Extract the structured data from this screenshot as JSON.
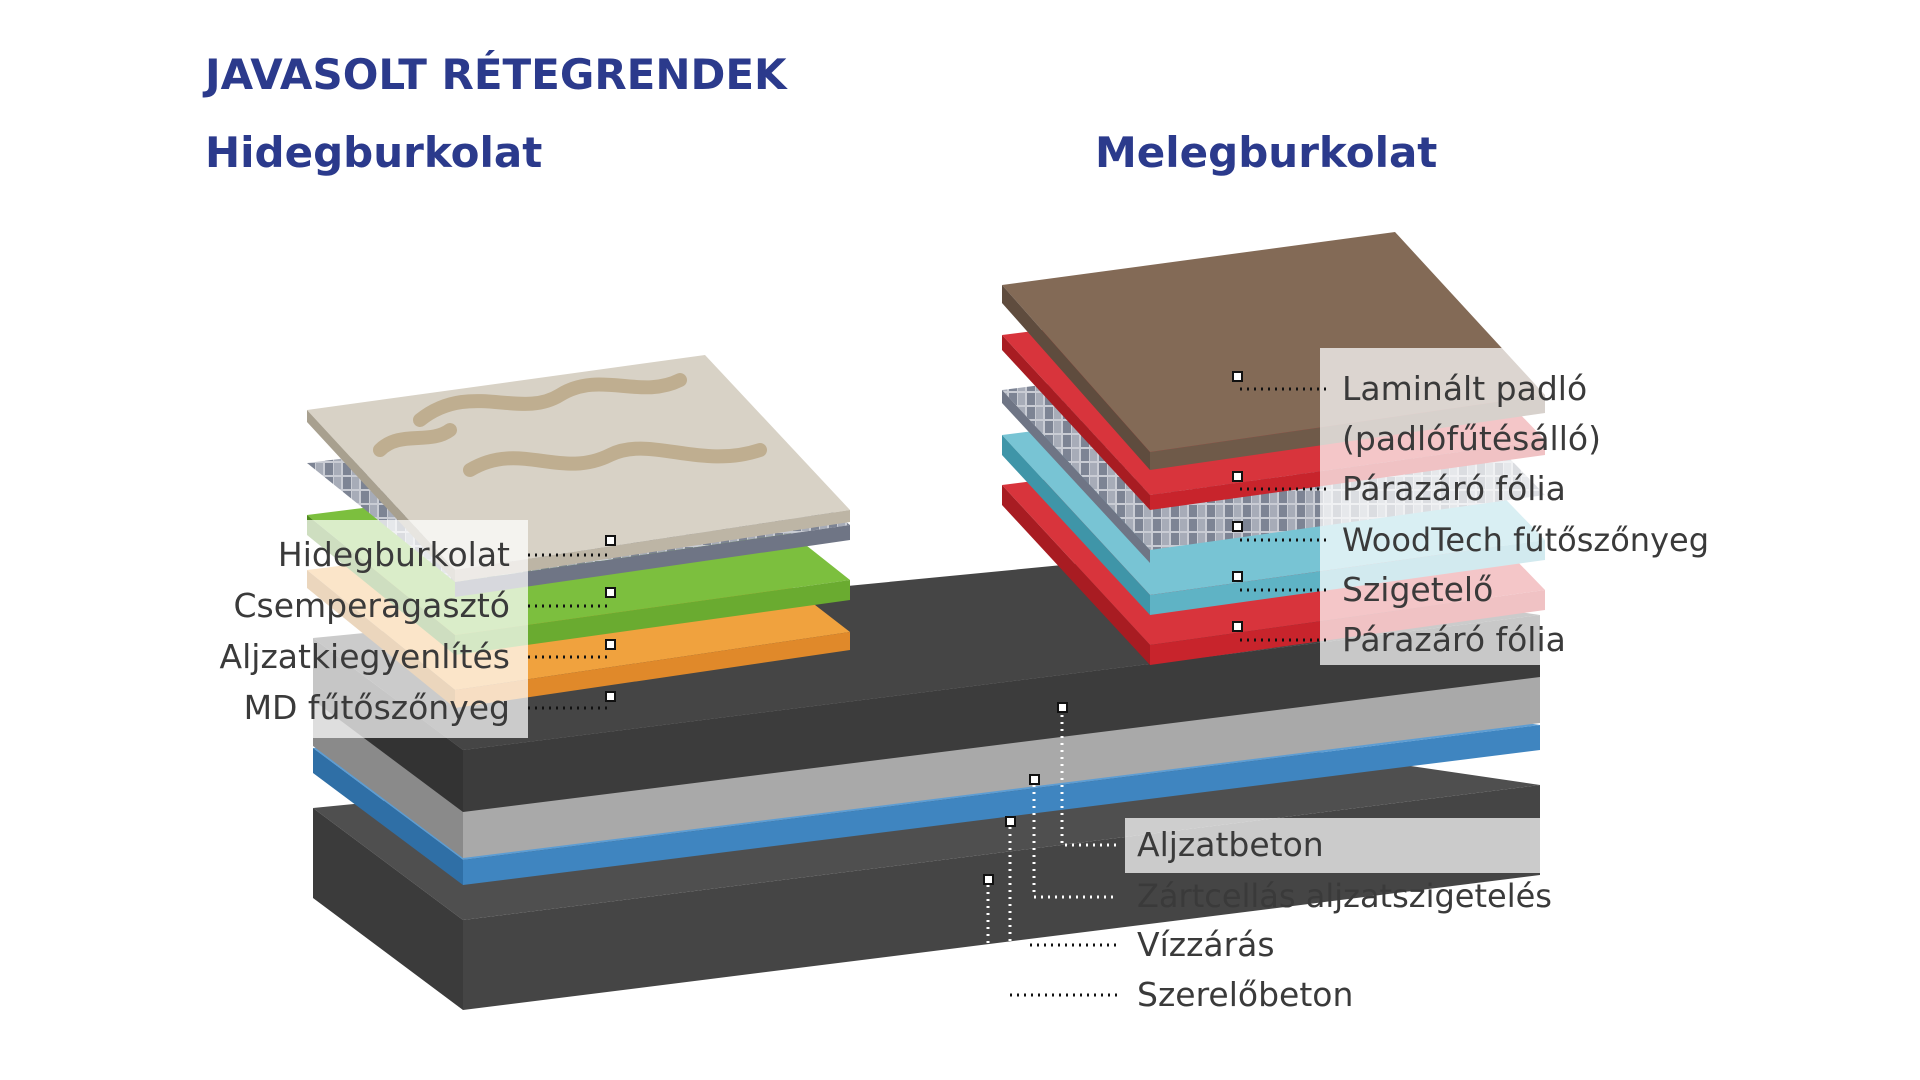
{
  "header": {
    "title": "JAVASOLT RÉTEGRENDEK",
    "left_subtitle": "Hidegburkolat",
    "right_subtitle": "Melegburkolat"
  },
  "left_labels": [
    "Hidegburkolat",
    "Csemperagasztó",
    "Aljzatkiegyenlítés",
    "MD fűtőszőnyeg"
  ],
  "right_labels": [
    "Laminált padló",
    "(padlófűtésálló)",
    "Párazáró fólia",
    "WoodTech fűtőszőnyeg",
    "Szigetelő",
    "Párazáró fólia"
  ],
  "base_labels": [
    "Aljzatbeton",
    "Zártcellás aljzatszigetelés",
    "Vízzárás",
    "Szerelőbeton"
  ],
  "colors": {
    "title": "#2b3a8c",
    "concrete": "#454545",
    "screed": "#a9a9a9",
    "waterproof": "#3f85c0",
    "tile": "#d8d2c6",
    "tile_pattern": "#bfae90",
    "adhesive": "#6aab30",
    "leveling": "#e8962c",
    "laminate": "#836a56",
    "foil": "#c8242c",
    "insulation": "#5fb3c5",
    "heating_mat": "#9aa0ac",
    "label_text": "#3a3a3a"
  },
  "icons": [
    "leader-dot-icon"
  ]
}
